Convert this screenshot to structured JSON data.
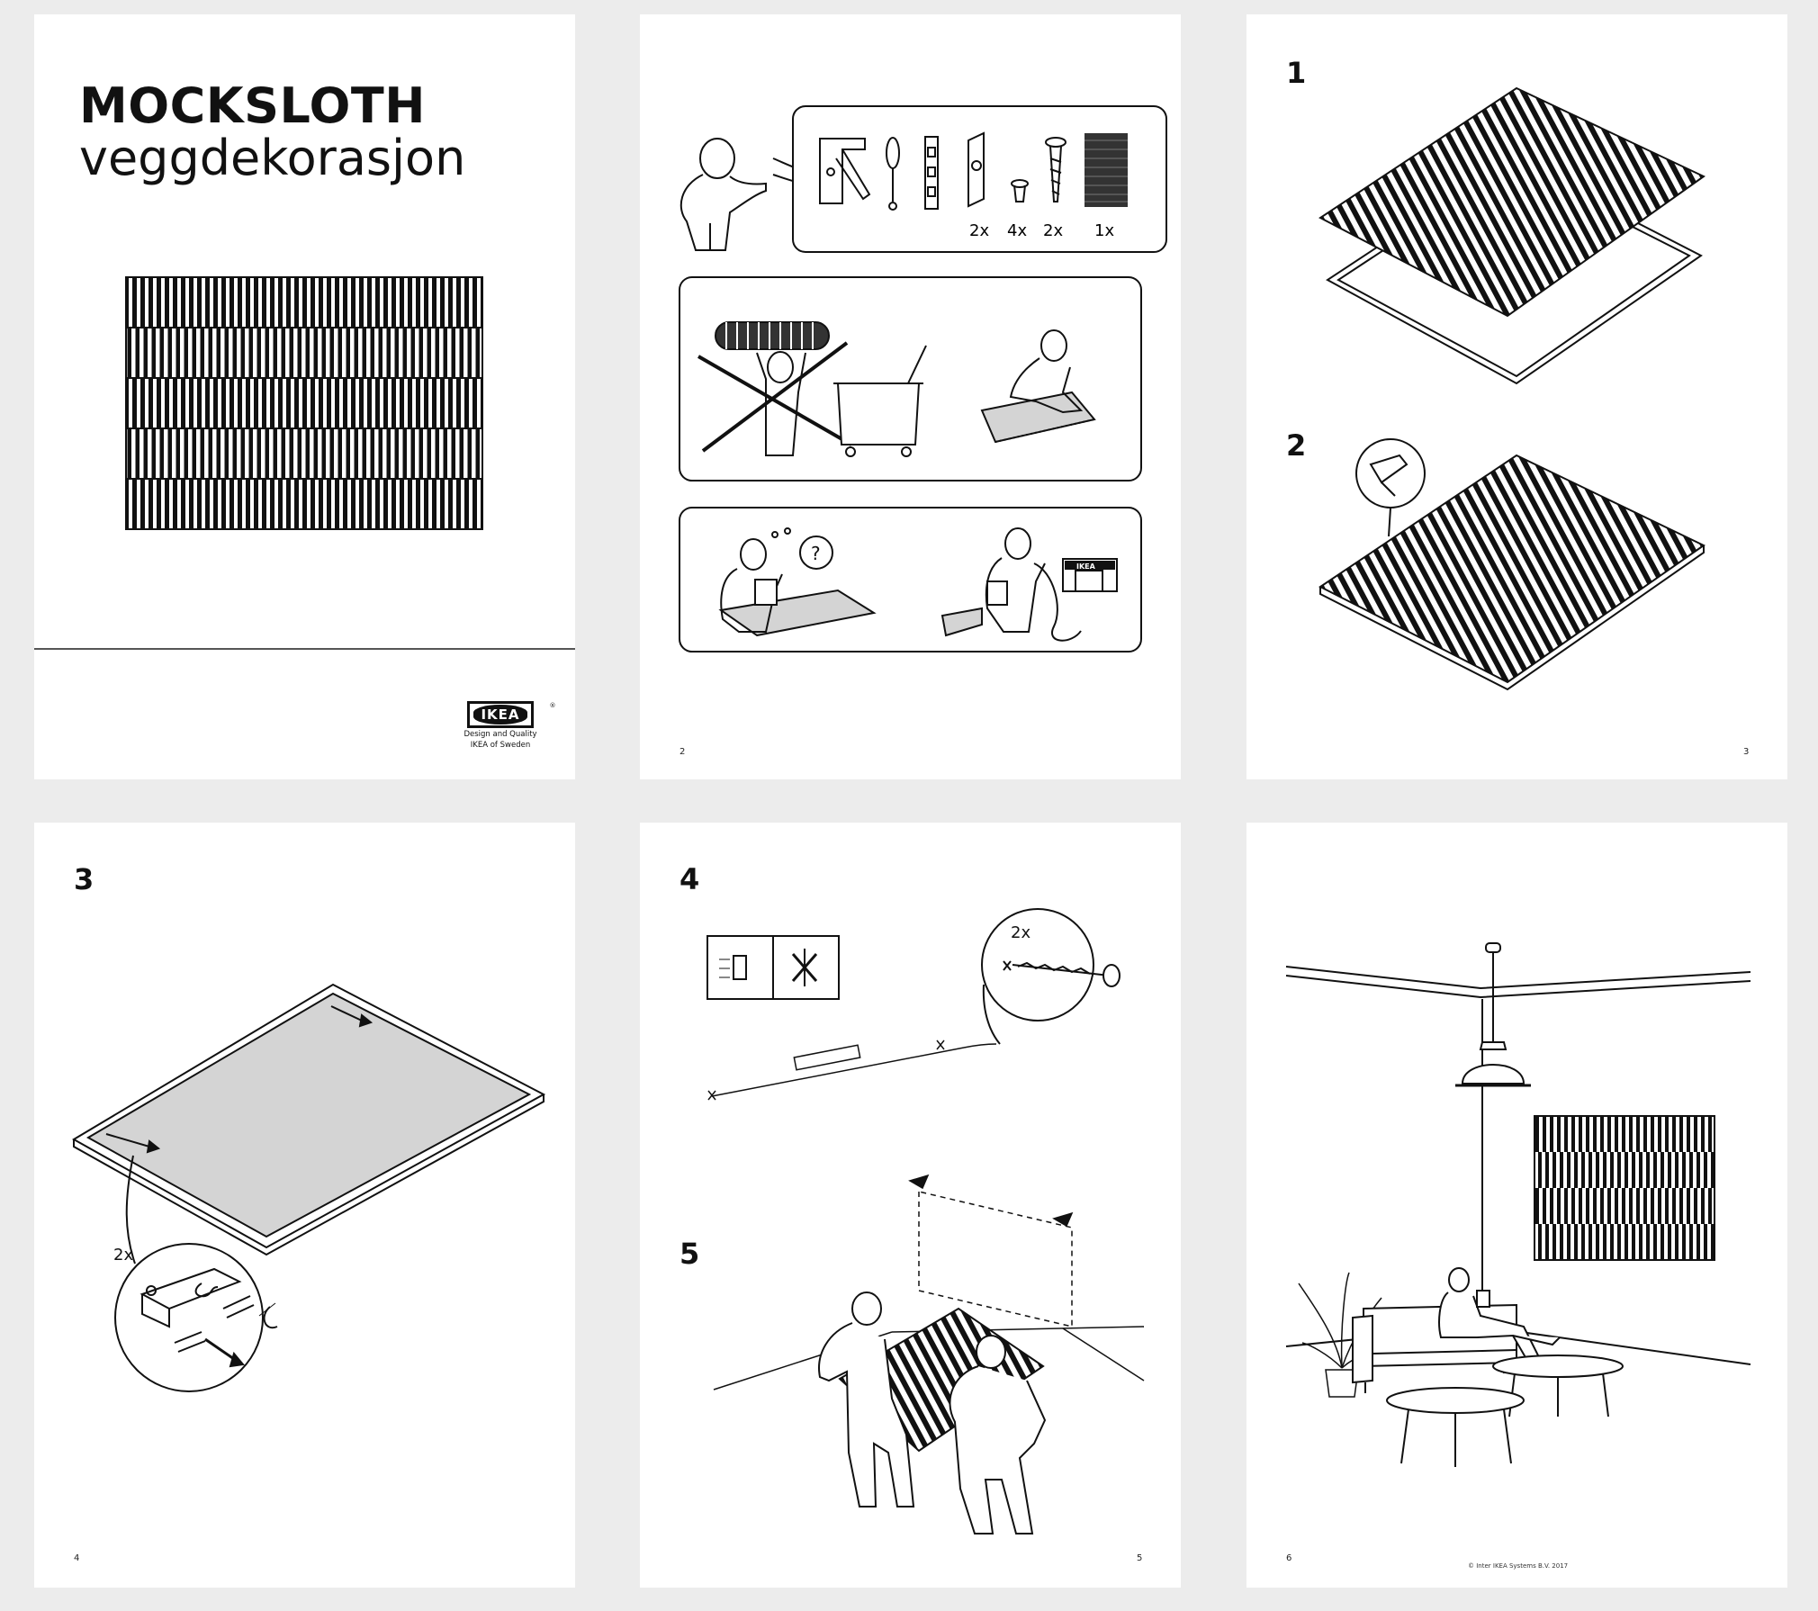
{
  "cover": {
    "product_name": "MOCKSLOTH",
    "product_type": "veggdekorasjon",
    "logo_text": "IKEA",
    "tagline_line1": "Design and Quality",
    "tagline_line2": "IKEA of Sweden"
  },
  "page2": {
    "page_number": "2",
    "quantities": [
      "2x",
      "4x",
      "2x",
      "1x"
    ],
    "question_mark": "?",
    "store_sign": "IKEA"
  },
  "page3": {
    "page_number": "3",
    "step1": "1",
    "step2": "2"
  },
  "page4": {
    "page_number": "4",
    "step3": "3",
    "quantity": "2x"
  },
  "page5": {
    "page_number": "5",
    "step4": "4",
    "step5": "5",
    "quantity": "2x"
  },
  "page6": {
    "page_number": "6",
    "copyright": "© Inter IKEA Systems B.V. 2017"
  },
  "colors": {
    "background": "#ececec",
    "page": "#ffffff",
    "ink": "#111111",
    "fill_gray": "#d4d4d4"
  }
}
